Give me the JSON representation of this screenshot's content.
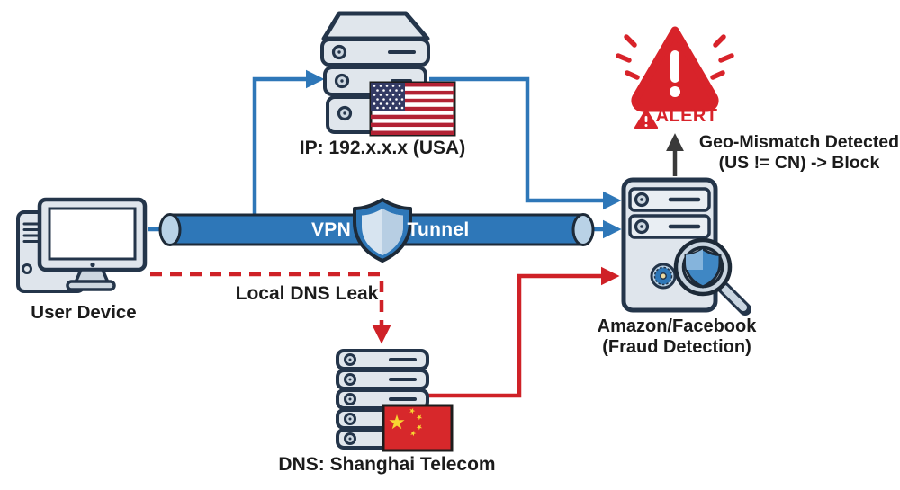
{
  "diagram": {
    "type": "network-security-flow",
    "description_visible": "VPN tunnel with local DNS leak causing geo-mismatch fraud detection",
    "nodes": [
      {
        "id": "user_device",
        "icon": "desktop-computer-icon",
        "label": "User Device"
      },
      {
        "id": "vpn_exit_server",
        "icon": "server-stack-usa-flag-icon",
        "label": "IP: 192.x.x.x (USA)"
      },
      {
        "id": "vpn_tunnel",
        "icon": "tunnel-pipe-shield-icon",
        "label_left": "VPN",
        "label_right": "Tunnel"
      },
      {
        "id": "dns_server",
        "icon": "server-rack-china-flag-icon",
        "label": "DNS: Shanghai Telecom"
      },
      {
        "id": "fraud_server",
        "icon": "server-tower-magnifier-shield-icon",
        "label_line1": "Amazon/Facebook",
        "label_line2": "(Fraud Detection)"
      },
      {
        "id": "alert",
        "icon": "warning-triangle-icon",
        "label": "ALERT"
      },
      {
        "id": "geo_mismatch_note",
        "label_line1": "Geo-Mismatch Detected",
        "label_line2": "(US != CN) -> Block"
      },
      {
        "id": "dns_leak_note",
        "label": "Local DNS Leak"
      }
    ],
    "edges": [
      {
        "from": "user_device",
        "to": "vpn_tunnel",
        "style": "solid",
        "color": "blue"
      },
      {
        "from": "vpn_tunnel",
        "to": "vpn_exit_server",
        "style": "solid",
        "color": "blue"
      },
      {
        "from": "vpn_exit_server",
        "to": "fraud_server",
        "style": "solid",
        "color": "blue"
      },
      {
        "from": "vpn_tunnel",
        "to": "fraud_server",
        "style": "solid",
        "color": "blue"
      },
      {
        "from": "user_device",
        "to": "dns_server",
        "style": "dashed",
        "color": "red",
        "label": "Local DNS Leak"
      },
      {
        "from": "dns_server",
        "to": "fraud_server",
        "style": "solid",
        "color": "red"
      },
      {
        "from": "fraud_server",
        "to": "alert",
        "style": "solid",
        "color": "black"
      }
    ]
  },
  "labels": {
    "user_device": "User Device",
    "us_server_ip": "IP: 192.x.x.x (USA)",
    "vpn": "VPN",
    "tunnel": "Tunnel",
    "dns_leak": "Local DNS Leak",
    "dns_server": "DNS: Shanghai Telecom",
    "fraud_line1": "Amazon/Facebook",
    "fraud_line2": "(Fraud Detection)",
    "alert": "ALERT",
    "geo_line1": "Geo-Mismatch Detected",
    "geo_line2": "(US != CN) -> Block"
  },
  "colors": {
    "blue": "#2e77b8",
    "red": "#cf2127",
    "alert_red": "#d8232a",
    "outline_navy": "#24354a",
    "fill_light": "#e0e6ec",
    "fill_mid": "#c9d5e0",
    "usa_flag_red": "#b22234",
    "usa_flag_navy": "#333a64",
    "china_flag_red": "#d7282b",
    "china_flag_yellow": "#f7d632",
    "text": "#1b1b1b"
  }
}
